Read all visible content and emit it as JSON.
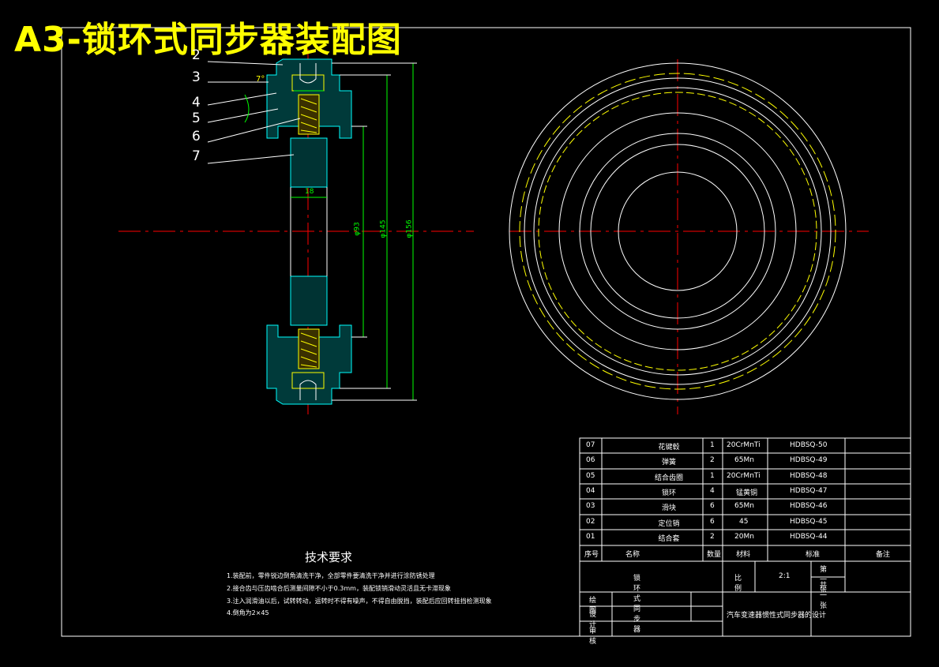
{
  "title": "A3-锁环式同步器装配图",
  "balloons": [
    "2",
    "3",
    "4",
    "5",
    "6",
    "7"
  ],
  "angle_label": "7°",
  "dims": {
    "width": "18",
    "d1": "φ93",
    "d2": "φ145",
    "d3": "φ156"
  },
  "tech": {
    "heading": "技术要求",
    "lines": [
      "1.装配前，零件锐边倒角清洗干净，全部零件要清洗干净并进行涂防锈处理",
      "2.接合齿与压齿啮合后测量间隙不小于0.3mm，装配锁销滑动灵活且无卡滞现象",
      "3.注入润滑油以后，试转转动，运转时不得有噪声，不得自由脱挡，装配后应回转挂挡检测现象",
      "4.倒角为2×45"
    ]
  },
  "bom": {
    "rows": [
      {
        "no": "07",
        "name": "花键毂",
        "qty": "1",
        "material": "20CrMnTi",
        "code": "HDBSQ-50",
        "note": ""
      },
      {
        "no": "06",
        "name": "弹簧",
        "qty": "2",
        "material": "65Mn",
        "code": "HDBSQ-49",
        "note": ""
      },
      {
        "no": "05",
        "name": "结合齿圈",
        "qty": "1",
        "material": "20CrMnTi",
        "code": "HDBSQ-48",
        "note": ""
      },
      {
        "no": "04",
        "name": "锁环",
        "qty": "4",
        "material": "锰黄铜",
        "code": "HDBSQ-47",
        "note": ""
      },
      {
        "no": "03",
        "name": "滑块",
        "qty": "6",
        "material": "65Mn",
        "code": "HDBSQ-46",
        "note": ""
      },
      {
        "no": "02",
        "name": "定位销",
        "qty": "6",
        "material": "45",
        "code": "HDBSQ-45",
        "note": ""
      },
      {
        "no": "01",
        "name": "结合套",
        "qty": "2",
        "material": "20Mn",
        "code": "HDBSQ-44",
        "note": ""
      }
    ],
    "header": {
      "no": "序号",
      "name": "名称",
      "qty": "数量",
      "material": "材料",
      "code": "标准",
      "note": "备注"
    }
  },
  "titleblock": {
    "part_name": "锁环式同步器",
    "scale_label": "比例",
    "scale_value": "2:1",
    "sheet_no": "第一张",
    "sheet_total": "共一张",
    "drawn": "绘图",
    "design": "设计",
    "check": "审核",
    "project": "汽车变速器惯性式同步器的设计"
  },
  "colors": {
    "frame": "#ffffff",
    "outline": "#ffff00",
    "dims": "#00ff00",
    "center": "#ff0000",
    "hatch": "#00ffff"
  }
}
